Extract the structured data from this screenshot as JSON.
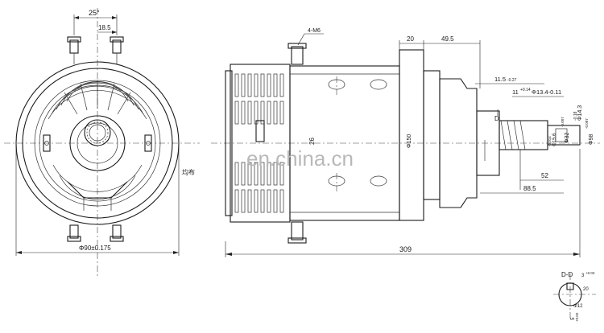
{
  "end_view": {
    "angle_label": "25°",
    "bolt_offset_label": "18.5",
    "diameter_label": "Φ90±0.175",
    "annotation_label": "均布"
  },
  "side_view": {
    "thread_label": "4-M6",
    "dim_20": "20",
    "dim_49_5": "49.5",
    "dim_11_5": "11.5",
    "dim_11_5_tol": "-0.27",
    "dim_11": "11",
    "dim_11_tol": "+0.14",
    "dim_13_4": "Φ13.4-0.11",
    "dim_14_3": "Φ14.3",
    "dim_14_3_tol": "-0.18",
    "dim_26": "26",
    "dim_150": "Φ150",
    "dim_15_6": "Φ15.6",
    "dim_15_6_tol": "-0.014",
    "dim_32": "Φ32",
    "dim_32_tol": "-0.007",
    "dim_98": "Φ98",
    "dim_98_tol": "-0.087",
    "dim_52": "52",
    "dim_88_5": "88.5",
    "dim_309": "309",
    "section_marker": "D"
  },
  "section_view": {
    "title": "D-D",
    "dim_3": "3",
    "dim_3_tol": "+0.03",
    "dim_20": "20",
    "dim_5": "5",
    "dim_5_tol": "+0.02",
    "dim_12": "Φ12"
  },
  "watermark": "en.china.cn"
}
